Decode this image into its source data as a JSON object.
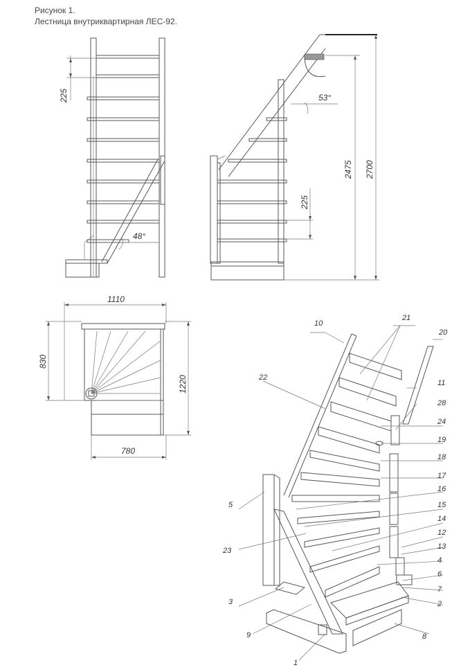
{
  "caption": {
    "line1": "Рисунок 1.",
    "line2": "Лестница внутриквартирная ЛЕС-92."
  },
  "front_view": {
    "step_dim": "225",
    "angle": "48°"
  },
  "side_view": {
    "step_dim": "225",
    "angle": "53°",
    "height_mid": "2475",
    "height_total": "2700"
  },
  "plan_view": {
    "width_top": "1110",
    "width_bottom": "780",
    "height_left": "830",
    "height_right": "1220"
  },
  "parts": [
    "1",
    "2",
    "3",
    "4",
    "5",
    "6",
    "7",
    "8",
    "9",
    "10",
    "11",
    "12",
    "13",
    "14",
    "15",
    "16",
    "17",
    "18",
    "19",
    "20",
    "21",
    "22",
    "23",
    "24",
    "28"
  ]
}
